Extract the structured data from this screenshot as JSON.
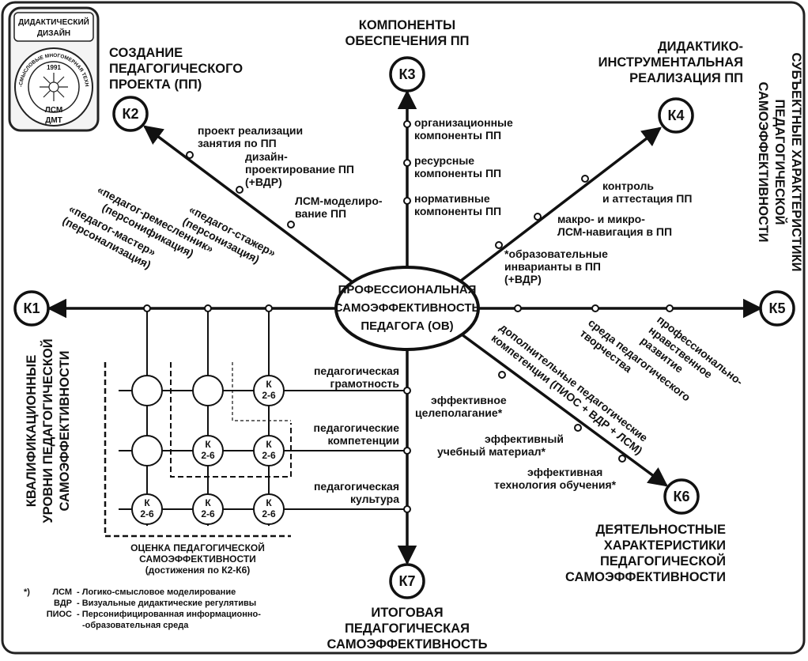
{
  "logo": {
    "top_line1": "ДИДАКТИЧЕСКИЙ",
    "top_line2": "ДИЗАЙН",
    "seal_ring_text": "ЛОГИКО-СМЫСЛОВЫЕ МНОГОМЕРНАЯ ТЕХНОЛОГИЯ",
    "seal_year": "1991",
    "seal_bottom1": "ЛСМ",
    "seal_bottom2": "ДМТ"
  },
  "center": {
    "line1": "ПРОФЕССИОНАЛЬНАЯ",
    "line2": "САМОЭФФЕКТИВНОСТЬ",
    "line3": "ПЕДАГОГА (ОВ)"
  },
  "nodes": {
    "k1": "К1",
    "k2": "К2",
    "k3": "К3",
    "k4": "К4",
    "k5": "К5",
    "k6": "К6",
    "k7": "К7"
  },
  "titles": {
    "k1": [
      "КВАЛИФИКАЦИОННЫЕ",
      "УРОВНИ ПЕДАГОГИЧЕСКОЙ",
      "САМОЭФФЕКТИВНОСТИ"
    ],
    "k2": [
      "СОЗДАНИЕ",
      "ПЕДАГОГИЧЕСКОГО",
      "ПРОЕКТА (ПП)"
    ],
    "k3": [
      "КОМПОНЕНТЫ",
      "ОБЕСПЕЧЕНИЯ ПП"
    ],
    "k4": [
      "ДИДАКТИКО-",
      "ИНСТРУМЕНТАЛЬНАЯ",
      "РЕАЛИЗАЦИЯ ПП"
    ],
    "k5": [
      "СУБЪЕКТНЫЕ ХАРАКТЕРИСТИКИ",
      "ПЕДАГОГИЧЕСКОЙ",
      "САМОЭФФЕКТИВНОСТИ"
    ],
    "k6": [
      "ДЕЯТЕЛЬНОСТНЫЕ",
      "ХАРАКТЕРИСТИКИ",
      "ПЕДАГОГИЧЕСКОЙ",
      "САМОЭФФЕКТИВНОСТИ"
    ],
    "k7": [
      "ИТОГОВАЯ",
      "ПЕДАГОГИЧЕСКАЯ",
      "САМОЭФФЕКТИВНОСТЬ"
    ]
  },
  "k2_items": [
    [
      "проект реализации",
      "занятия по ПП"
    ],
    [
      "дизайн-",
      "проектирование ПП",
      "(+ВДР)"
    ],
    [
      "ЛСМ-моделиро-",
      "вание ПП"
    ]
  ],
  "k3_items": [
    [
      "организационные",
      "компоненты ПП"
    ],
    [
      "ресурсные",
      "компоненты ПП"
    ],
    [
      "нормативные",
      "компоненты ПП"
    ]
  ],
  "k4_items": [
    [
      "контроль",
      "и аттестация ПП"
    ],
    [
      "макро- и микро-",
      "ЛСМ-навигация в ПП"
    ],
    [
      "*образовательные",
      "инварианты в ПП",
      "(+ВДР)"
    ]
  ],
  "k1_items": [
    [
      "«педагог-мастер»",
      "(персонализация)"
    ],
    [
      "«педагог-ремесленник»",
      "(персонификация)"
    ],
    [
      "«педагог-стажер»",
      "(персонизация)"
    ]
  ],
  "k5_items": [
    [
      "дополнительные педагогические",
      "компетенции (ПИОС + ВДР + ЛСМ)"
    ],
    [
      "среда педагогического",
      "творчества"
    ],
    [
      "профессионально-",
      "нравственное",
      "развитие"
    ]
  ],
  "k6_items": [
    [
      "эффективное",
      "целеполагание*"
    ],
    [
      "эффективный",
      "учебный материал*"
    ],
    [
      "эффективная",
      "технология обучения*"
    ]
  ],
  "k7_items": [
    [
      "педагогическая",
      "грамотность"
    ],
    [
      "педагогические",
      "компетенции"
    ],
    [
      "педагогическая",
      "культура"
    ]
  ],
  "grid_cell": [
    "К",
    "2-6"
  ],
  "grid_caption": [
    "ОЦЕНКА ПЕДАГОГИЧЕСКОЙ",
    "САМОЭФФЕКТИВНОСТИ",
    "(достижения по К2-К6)"
  ],
  "footnote": {
    "star": "*)",
    "rows": [
      {
        "abbr": "ЛСМ",
        "text": "- Логико-смысловое моделирование"
      },
      {
        "abbr": "ВДР",
        "text": "- Визуальные дидактические регулятивы"
      },
      {
        "abbr": "ПИОС",
        "text": "- Персонифицированная информационно-"
      },
      {
        "abbr": "",
        "text": "-образовательная среда"
      }
    ]
  }
}
